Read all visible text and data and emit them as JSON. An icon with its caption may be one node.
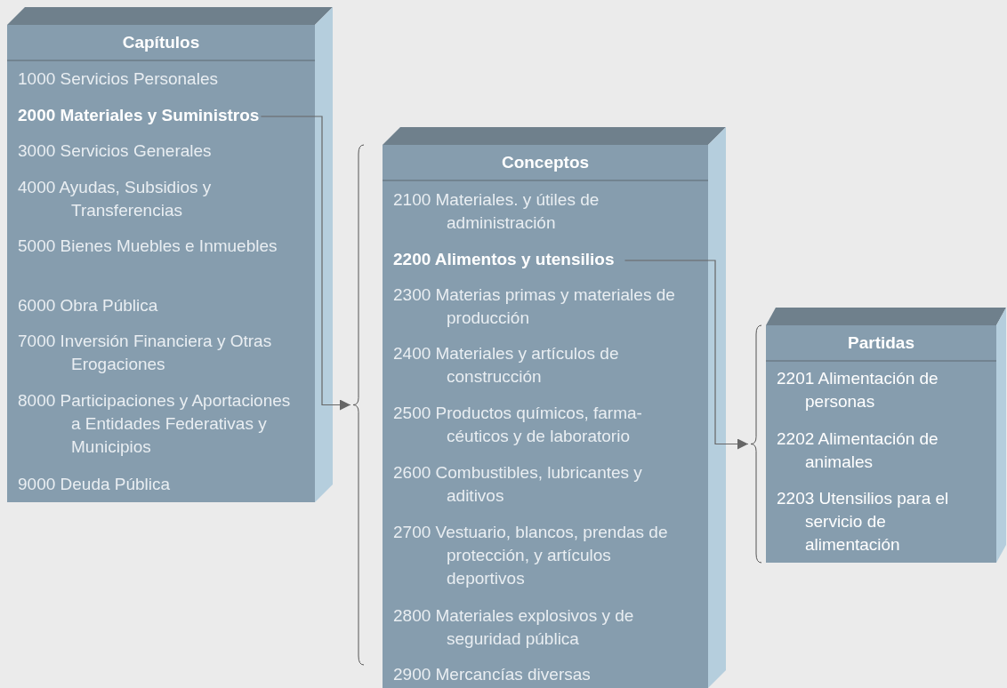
{
  "diagram": {
    "nodes": [
      {
        "text": [
          "Capítulos"
        ]
      },
      {
        "text": [
          "1000 Servicios Personales"
        ],
        "in": 0
      },
      {
        "text": [
          "2000 Materiales y Suministros"
        ],
        "in": 0
      },
      {
        "text": [
          "3000 Servicios Generales"
        ],
        "in": 0
      },
      {
        "text": [
          "4000 Ayudas, Subsidios y Transferencias"
        ],
        "in": 0
      },
      {
        "text": [
          "5000 Bienes Muebles e Inmuebles"
        ],
        "in": 0
      },
      {
        "text": [
          "6000 Obra Pública"
        ],
        "in": 0
      },
      {
        "text": [
          "7000 Inversión Financiera y Otras Erogaciones"
        ],
        "in": 0
      },
      {
        "text": [
          "8000 Participaciones y Aportaciones a Entidades Federativas y Municipios"
        ],
        "in": 0
      },
      {
        "text": [
          "9000 Deuda Pública"
        ],
        "in": 0
      },
      {
        "text": [
          "Conceptos"
        ]
      },
      {
        "text": [
          "2100 Materiales. y útiles de administración"
        ],
        "in": 10
      },
      {
        "text": [
          "2200 Alimentos y utensilios"
        ],
        "in": 10
      },
      {
        "text": [
          "2300 Materias primas y materiales de producción"
        ],
        "in": 10
      },
      {
        "text": [
          "2400 Materiales y artículos de construcción"
        ],
        "in": 10
      },
      {
        "text": [
          "2500 Productos químicos, farma- céuticos y de laboratorio"
        ],
        "in": 10
      },
      {
        "text": [
          "2600 Combustibles, lubricantes y aditivos"
        ],
        "in": 10
      },
      {
        "text": [
          "2700 Vestuario, blancos, prendas de protección, y artículos deportivos"
        ],
        "in": 10
      },
      {
        "text": [
          "2800 Materiales explosivos y de seguridad pública"
        ],
        "in": 10
      },
      {
        "text": [
          "2900 Mercancías diversas"
        ],
        "in": 10
      },
      {
        "text": [
          "Partidas"
        ]
      },
      {
        "text": [
          "2201 Alimentación de personas"
        ],
        "in": 20
      },
      {
        "text": [
          "2202 Alimentación de animales"
        ],
        "in": 20
      },
      {
        "text": [
          "2203 Utensilios para el servicio de alimentación"
        ],
        "in": 20
      }
    ],
    "edges": [
      {
        "from": 2,
        "to": 10,
        "arrow": "to"
      },
      {
        "from": 12,
        "to": 20,
        "arrow": "to"
      }
    ]
  }
}
